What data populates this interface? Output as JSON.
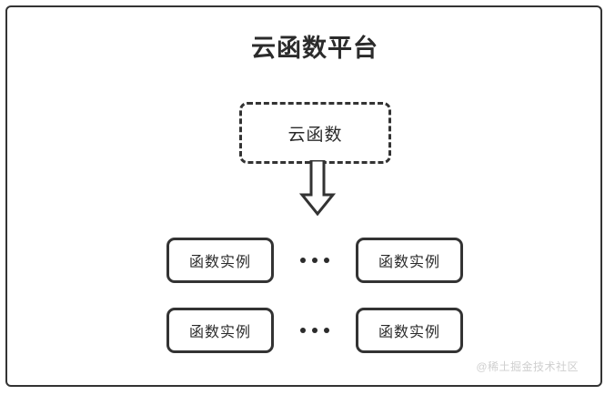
{
  "diagram": {
    "title": "云函数平台",
    "cloud_function": {
      "label": "云函数"
    },
    "arrow": {
      "icon": "down-arrow-outline",
      "direction": "down"
    },
    "instance_rows": [
      {
        "left_instance": "函数实例",
        "ellipsis": "•••",
        "right_instance": "函数实例"
      },
      {
        "left_instance": "函数实例",
        "ellipsis": "•••",
        "right_instance": "函数实例"
      }
    ],
    "watermark": "@稀土掘金技术社区",
    "colors": {
      "stroke": "#333333",
      "text": "#2b2b2b",
      "background": "#ffffff",
      "watermark": "#cfcfcf"
    }
  }
}
